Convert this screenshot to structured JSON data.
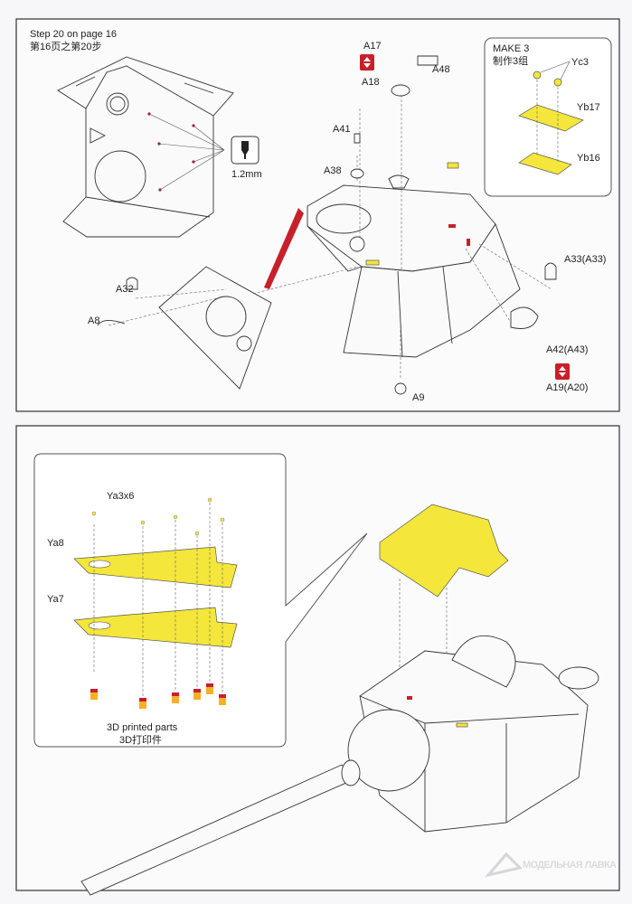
{
  "step1": {
    "title": "Step 20 on page 16",
    "title_cn": "第16页之第20步",
    "drill_size": "1.2mm",
    "labels": {
      "a17": "A17",
      "a18": "A18",
      "a48": "A48",
      "a41": "A41",
      "a38": "A38",
      "a32": "A32",
      "a8": "A8",
      "a33": "A33(A33)",
      "a42": "A42(A43)",
      "a19": "A19(A20)",
      "a9": "A9"
    },
    "make_box": {
      "title": "MAKE 3",
      "title_cn": "制作3组",
      "yc3": "Yc3",
      "yb17": "Yb17",
      "yb16": "Yb16"
    }
  },
  "step2": {
    "labels": {
      "ya3x6": "Ya3x6",
      "ya8": "Ya8",
      "ya7": "Ya7"
    },
    "printed_parts": "3D printed parts",
    "printed_parts_cn": "3D打印件"
  },
  "watermark": "МОДЕЛЬНАЯ ЛАВКА",
  "colors": {
    "photo_etch": "#f4e63a",
    "marker_red": "#c8202a",
    "frame": "#333333"
  }
}
